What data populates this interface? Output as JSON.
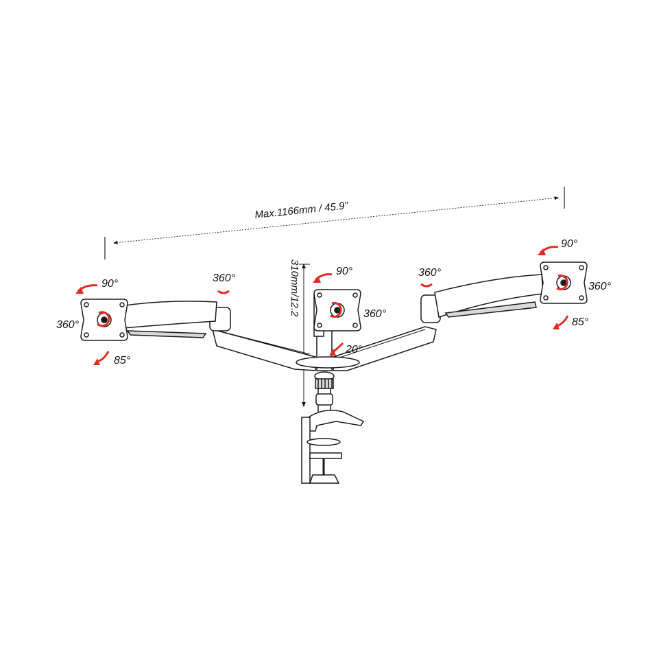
{
  "colors": {
    "line": "#1a1a1a",
    "arrow": "#e02d23",
    "fill": "#ffffff",
    "shade": "#d9d9d9"
  },
  "dimensions": {
    "width_label": "Max.1166mm / 45.9”",
    "height_label": "310mm/12.2"
  },
  "left_mount": {
    "tilt_label": "90°",
    "rotate_label": "360°",
    "swivel_label": "85°"
  },
  "left_joint": {
    "label": "360°"
  },
  "center_mount": {
    "tilt_label": "90°",
    "rotate_label": "360°",
    "pole_label": "20°"
  },
  "right_joint": {
    "label": "360°"
  },
  "right_mount": {
    "tilt_label": "90°",
    "rotate_label": "360°",
    "swivel_label": "85°"
  },
  "icons": [
    "vesa-plate-icon",
    "rotation-arrow-icon",
    "tilt-arrow-icon",
    "swivel-arrow-icon",
    "desk-clamp-icon"
  ]
}
